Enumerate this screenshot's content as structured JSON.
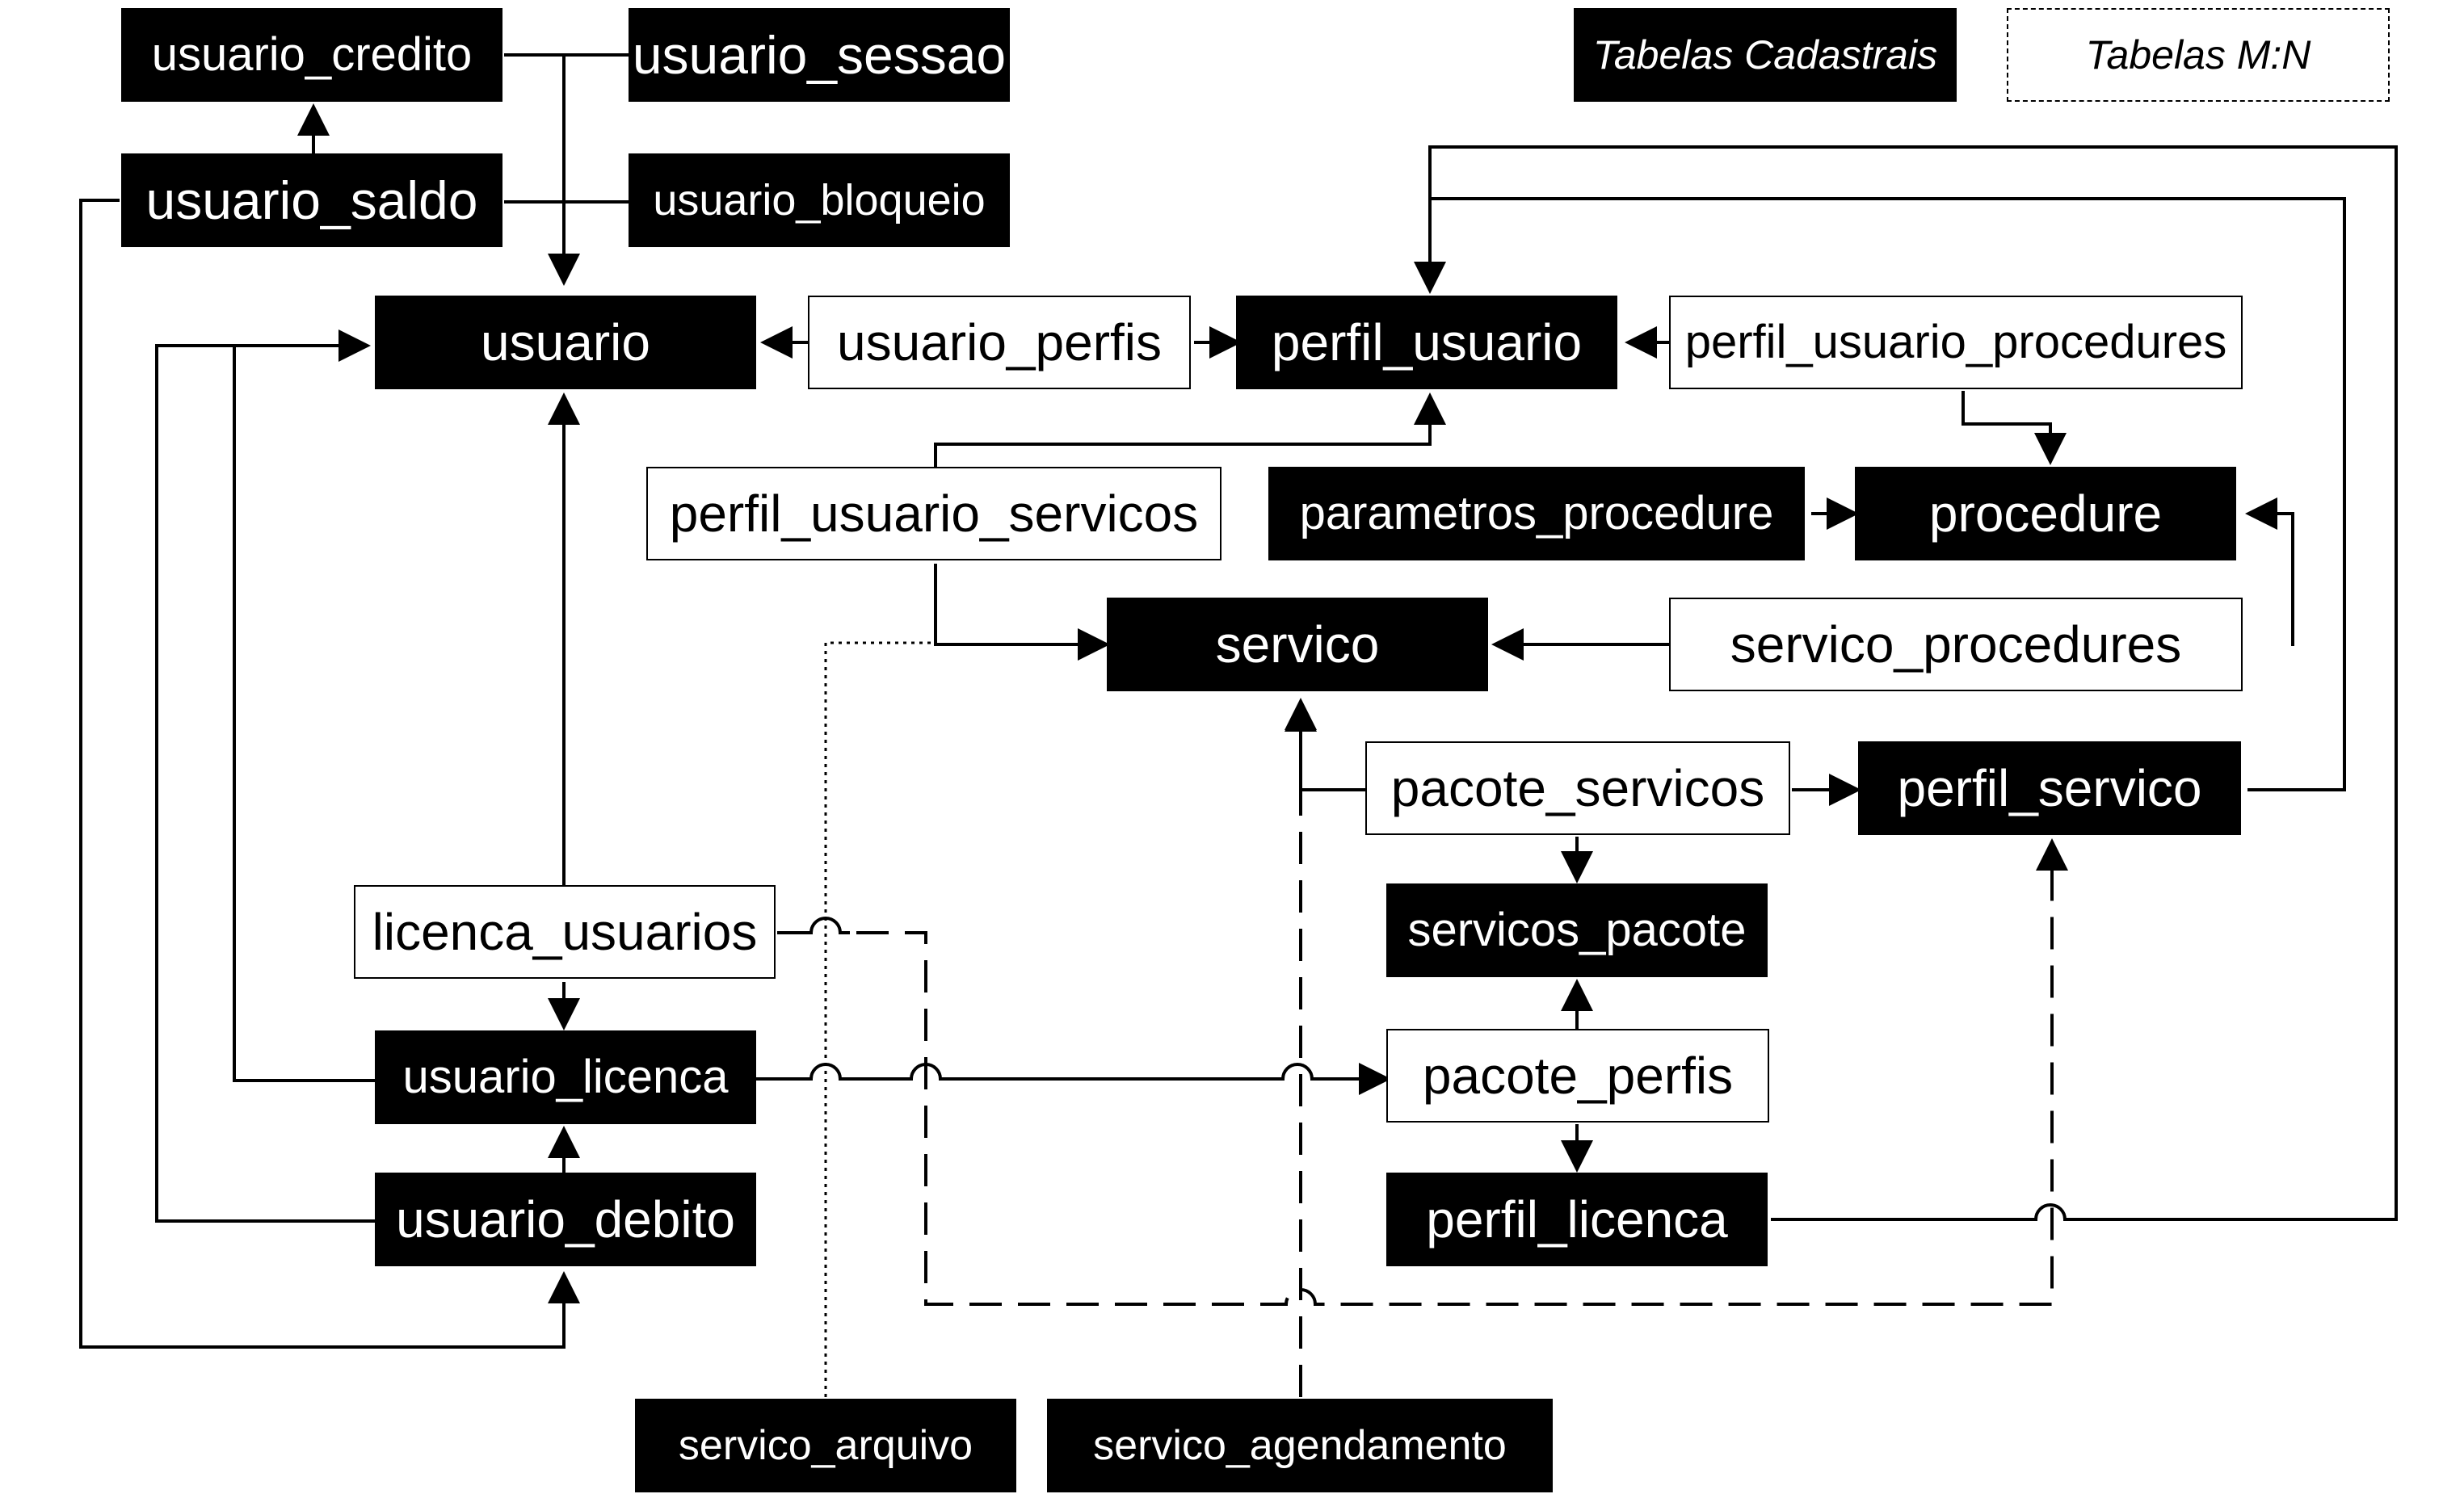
{
  "legend": {
    "cadastrais": "Tabelas Cadastrais",
    "mn": "Tabelas M:N"
  },
  "tables": {
    "usuario_credito": "usuario_credito",
    "usuario_sessao": "usuario_sessao",
    "usuario_saldo": "usuario_saldo",
    "usuario_bloqueio": "usuario_bloqueio",
    "usuario": "usuario",
    "usuario_perfis": "usuario_perfis",
    "perfil_usuario": "perfil_usuario",
    "perfil_usuario_procedures": "perfil_usuario_procedures",
    "perfil_usuario_servicos": "perfil_usuario_servicos",
    "parametros_procedure": "parametros_procedure",
    "procedure": "procedure",
    "servico": "servico",
    "servico_procedures": "servico_procedures",
    "pacote_servicos": "pacote_servicos",
    "perfil_servico": "perfil_servico",
    "licenca_usuarios": "licenca_usuarios",
    "servicos_pacote": "servicos_pacote",
    "usuario_licenca": "usuario_licenca",
    "pacote_perfis": "pacote_perfis",
    "usuario_debito": "usuario_debito",
    "perfil_licenca": "perfil_licenca",
    "servico_arquivo": "servico_arquivo",
    "servico_agendamento": "servico_agendamento"
  }
}
